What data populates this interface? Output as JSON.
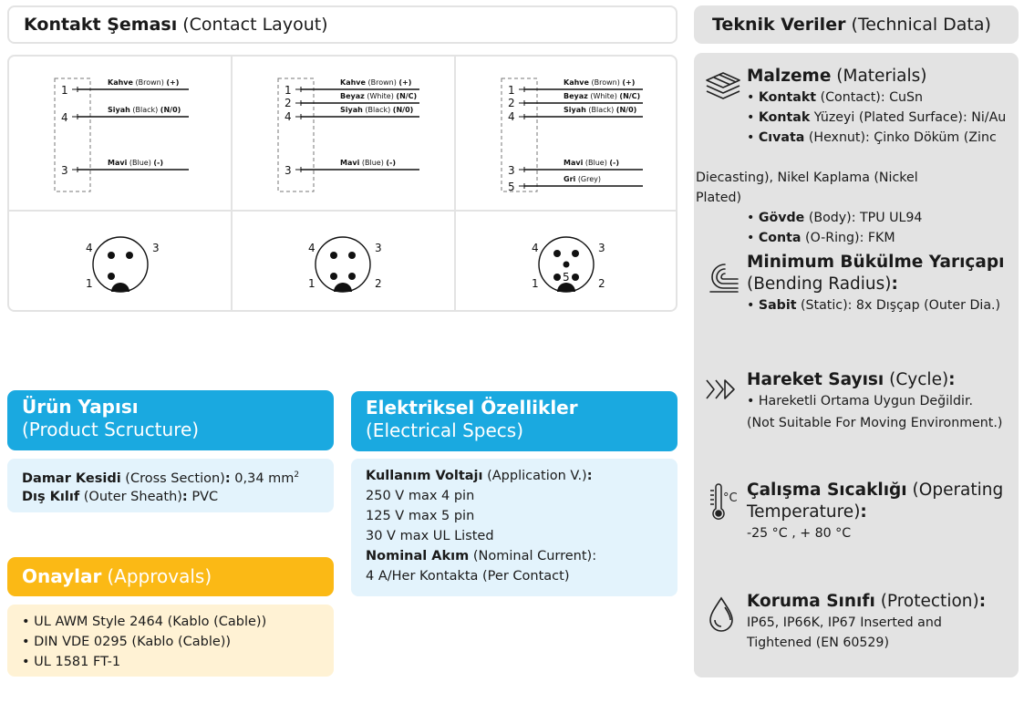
{
  "contact_layout": {
    "title_tr": "Kontakt Şeması",
    "title_en": "(Contact Layout)",
    "wire_labels": {
      "brown_tr": "Kahve",
      "brown_en": "(Brown)",
      "brown_sign": "(+)",
      "white_tr": "Beyaz",
      "white_en": "(White)",
      "white_sign": "(N/C)",
      "black_tr": "Siyah",
      "black_en": "(Black)",
      "black_sign": "(N/0)",
      "blue_tr": "Mavi",
      "blue_en": "(Blue)",
      "blue_sign": "(-)",
      "grey_tr": "Gri",
      "grey_en": "(Grey)"
    },
    "pins": {
      "p1": "1",
      "p2": "2",
      "p3": "3",
      "p4": "4",
      "p5": "5"
    }
  },
  "product_structure": {
    "title_tr": "Ürün Yapısı",
    "title_en": "(Product Scructure)",
    "cross_label": "Damar Kesidi",
    "cross_en": "(Cross Section)",
    "cross_value": "0,34 mm",
    "cross_sup": "2",
    "sheath_label": "Dış Kılıf",
    "sheath_en": "(Outer Sheath)",
    "sheath_value": "PVC",
    "colon": ":"
  },
  "approvals": {
    "title_tr": "Onaylar",
    "title_en": "(Approvals)",
    "items": [
      "UL AWM Style 2464 (Kablo (Cable))",
      "DIN VDE 0295 (Kablo (Cable))",
      "UL 1581 FT-1"
    ]
  },
  "electrical": {
    "title_tr": "Elektriksel Özellikler",
    "title_en": "(Electrical Specs)",
    "voltage_label": "Kullanım Voltajı",
    "voltage_en": "(Application V.)",
    "voltage_lines": [
      "250 V max 4 pin",
      "125 V max 5 pin",
      "30 V max UL Listed"
    ],
    "current_label": "Nominal Akım",
    "current_en": "(Nominal Current):",
    "current_value": "4 A/Her Kontakta (Per Contact)"
  },
  "technical": {
    "title_tr": "Teknik Veriler",
    "title_en": "(Technical Data)",
    "materials": {
      "title_tr": "Malzeme",
      "title_en": "(Materials)",
      "contact_label": "Kontakt",
      "contact_rest": "(Contact): CuSn",
      "surface_label": "Kontak",
      "surface_rest": "Yüzeyi (Plated Surface): Ni/Au",
      "hexnut_label": "Cıvata",
      "hexnut_rest": "(Hexnut): Çinko Döküm (Zinc",
      "hexnut_line2": "Diecasting), Nikel Kaplama (Nickel",
      "hexnut_line3": "Plated)",
      "body_label": "Gövde",
      "body_rest": "(Body): TPU UL94",
      "oring_label": "Conta",
      "oring_rest": "(O-Ring): FKM"
    },
    "bending": {
      "title_tr": "Minimum Bükülme Yarıçapı",
      "title_en": "(Bending Radius)",
      "static_label": "Sabit",
      "static_rest": "(Static): 8x Dışçap (Outer Dia.)"
    },
    "cycle": {
      "title_tr": "Hareket Sayısı",
      "title_en": "(Cycle)",
      "line1": "Hareketli Ortama Uygun Değildir.",
      "line2": "(Not Suitable For Moving Environment.)"
    },
    "temperature": {
      "title_tr": "Çalışma Sıcaklığı",
      "title_en": "(Operating",
      "title_en2": "Temperature)",
      "value": "-25 °C , + 80 °C",
      "icon_text": "°C"
    },
    "protection": {
      "title_tr": "Koruma Sınıfı",
      "title_en": "(Protection)",
      "line1": "IP65, IP66K, IP67 Inserted and",
      "line2": "Tightened (EN 60529)"
    }
  },
  "colors": {
    "blue": "#1aa9e0",
    "light_blue": "#e3f3fc",
    "yellow": "#fbb915",
    "light_yellow": "#fff2d4",
    "grey": "#e3e3e3"
  }
}
